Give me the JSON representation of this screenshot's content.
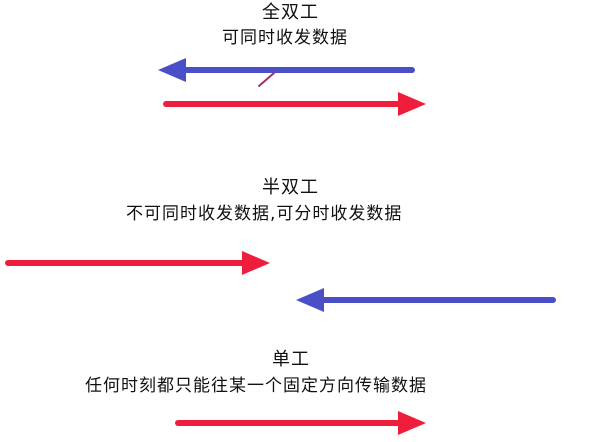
{
  "sections": [
    {
      "title": "全双工",
      "description": "可同时收发数据",
      "arrows": [
        {
          "direction": "left",
          "color": "#4a4fc8"
        },
        {
          "direction": "right",
          "color": "#ee1d3c"
        }
      ]
    },
    {
      "title": "半双工",
      "description": "不可同时收发数据,可分时收发数据",
      "arrows": [
        {
          "direction": "right",
          "color": "#ee1d3c"
        },
        {
          "direction": "left",
          "color": "#4a4fc8"
        }
      ]
    },
    {
      "title": "单工",
      "description": "任何时刻都只能往某一个固定方向传输数据",
      "arrows": [
        {
          "direction": "right",
          "color": "#ee1d3c"
        }
      ]
    }
  ]
}
